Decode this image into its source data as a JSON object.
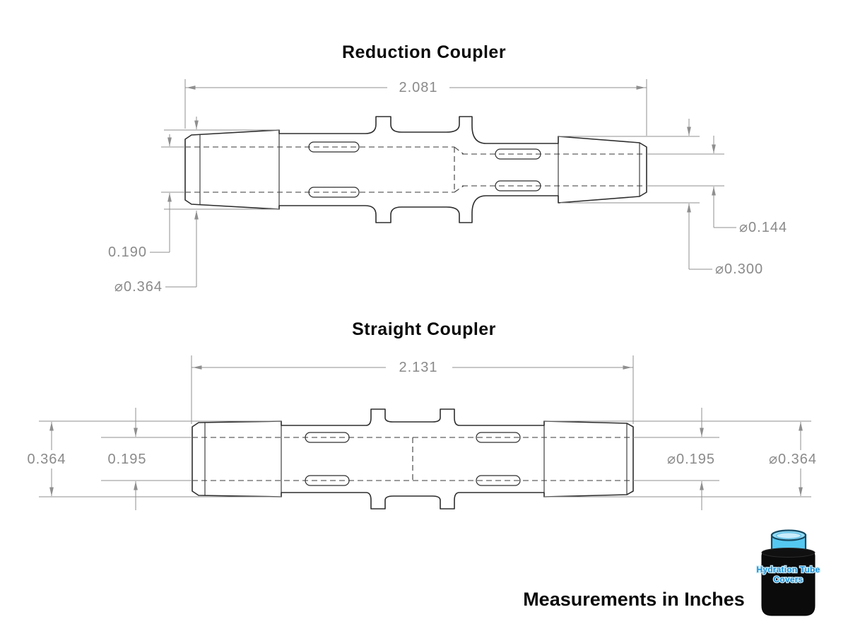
{
  "reduction": {
    "title": "Reduction Coupler",
    "dims": {
      "overall": "2.081",
      "left_id": "0.190",
      "left_od": "⌀0.364",
      "right_id": "⌀0.144",
      "right_od": "⌀0.300"
    }
  },
  "straight": {
    "title": "Straight Coupler",
    "dims": {
      "overall": "2.131",
      "left_od": "0.364",
      "left_id": "0.195",
      "right_id": "⌀0.195",
      "right_od": "⌀0.364"
    }
  },
  "footer": {
    "note": "Measurements in Inches"
  },
  "logo": {
    "line1": "Hydration Tube",
    "line2": "Covers"
  },
  "colors": {
    "part_outline": "#2e2e2e",
    "dimension_gray": "#8a8a8a",
    "title_black": "#0a0a0a",
    "logo_text_blue": "#1e90d8",
    "tube_blue": "#55c8f1",
    "cover_black": "#0b0b0c"
  }
}
